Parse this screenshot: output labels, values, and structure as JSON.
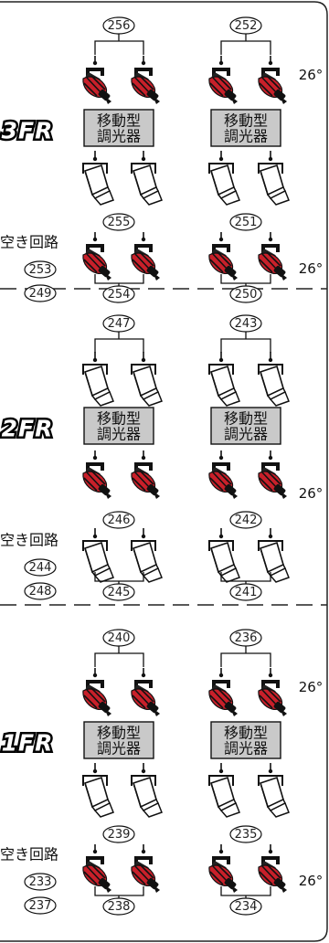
{
  "dimmer_label_line1": "移動型",
  "dimmer_label_line2": "調光器",
  "spare_circuit_label": "空き回路",
  "beam_angle": "26°",
  "floors": [
    {
      "name": "3FR",
      "circuits": {
        "top_left": "256",
        "top_right": "252",
        "mid_left": "255",
        "mid_right": "251",
        "bot_left": "254",
        "bot_right": "250",
        "spare_1": "253",
        "spare_2": "249"
      }
    },
    {
      "name": "2FR",
      "circuits": {
        "top_left": "247",
        "top_right": "243",
        "mid_left": "246",
        "mid_right": "242",
        "bot_left": "245",
        "bot_right": "241",
        "spare_1": "244",
        "spare_2": "248"
      }
    },
    {
      "name": "1FR",
      "circuits": {
        "top_left": "240",
        "top_right": "236",
        "mid_left": "239",
        "mid_right": "235",
        "bot_left": "238",
        "bot_right": "234",
        "spare_1": "233",
        "spare_2": "237"
      }
    }
  ],
  "colors": {
    "dimmer_box": "#c9c9c9",
    "profile_spot": "#c8202a",
    "line": "#111111"
  }
}
